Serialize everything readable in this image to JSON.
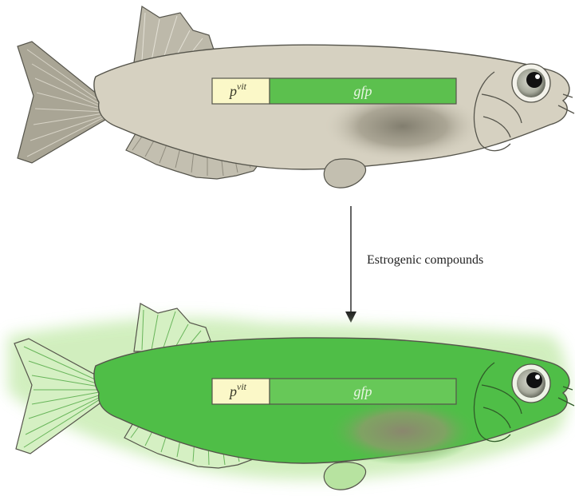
{
  "diagram": {
    "top_fish": {
      "promoter_label": "p",
      "promoter_superscript": "vit",
      "reporter_label": "gfp"
    },
    "arrow": {
      "label": "Estrogenic compounds"
    },
    "bottom_fish": {
      "promoter_label": "p",
      "promoter_superscript": "vit",
      "reporter_label": "gfp"
    }
  },
  "colors": {
    "top_fish_body": "#d6d1c1",
    "bottom_fish_body": "#4fbe47",
    "gfp_box": "#5cc04e",
    "promoter_box": "#fbf8c8",
    "glow": "#c9ecb3",
    "liver_spot": "#8a8674"
  }
}
